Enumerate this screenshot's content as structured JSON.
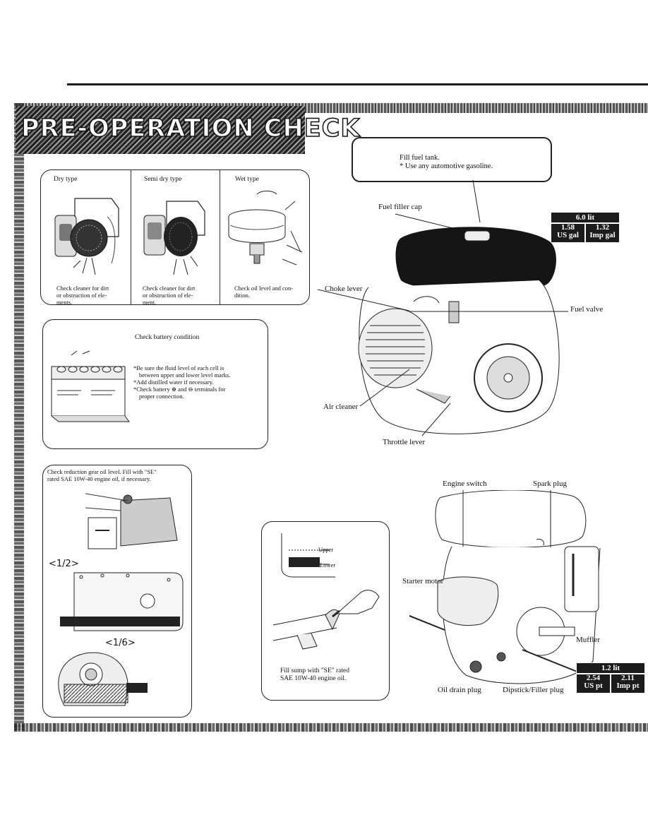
{
  "page": {
    "title": "PRE-OPERATION CHECK"
  },
  "air_cleaner": {
    "types": [
      {
        "name": "Dry type",
        "caption": [
          "Check cleaner for dirt",
          "or obstruction of ele-",
          "ments."
        ]
      },
      {
        "name": "Semi dry type",
        "caption": [
          "Check cleaner for dirt",
          "or obstruction of ele-",
          "ment."
        ]
      },
      {
        "name": "Wet type",
        "caption": [
          "Check oil level and con-",
          "dition."
        ]
      }
    ]
  },
  "battery": {
    "title": "Check battery condition",
    "bullets": [
      "*Be sure the fluid level of each cell is",
      "between upper and lower level marks.",
      "*Add distilled water if necessary.",
      "*Check battery ⊕ and ⊖ terminals for",
      "proper connection."
    ]
  },
  "reduction_gear": {
    "instruction": [
      "Check reduction gear oil level. Fill with \"SE\"",
      "rated SAE 10W-40 engine oil, if necessary."
    ],
    "ratio_1": "<1/2>",
    "ratio_2": "<1/6>"
  },
  "oil_sump": {
    "upper_label": "Upper",
    "lower_label": "Lower",
    "instruction": [
      "Fill sump with \"SE\" rated",
      "SAE 10W-40 engine oil."
    ]
  },
  "fuel": {
    "instruction": "Fill fuel tank.",
    "note": "*   Use any automotive gasoline.",
    "capacity_lit": "6.0 lit",
    "capacity_us": [
      "1.58",
      "US gal"
    ],
    "capacity_imp": [
      "1.32",
      "Imp gal"
    ]
  },
  "engine_top_labels": {
    "fuel_filler_cap": "Fuel filler cap",
    "choke_lever": "Choke lever",
    "fuel_valve": "Fuel valve",
    "air_cleaner": "Air cleaner",
    "throttle_lever": "Throttle lever"
  },
  "engine_bottom_labels": {
    "engine_switch": "Engine switch",
    "spark_plug": "Spark plug",
    "starter_motor": "Starter motor",
    "muffler": "Muffler",
    "oil_drain_plug": "Oil drain plug",
    "dipstick": "Dipstick/Filler plug"
  },
  "oil_capacity": {
    "lit": "1.2 lit",
    "us": [
      "2.54",
      "US pt"
    ],
    "imp": [
      "2.11",
      "Imp pt"
    ]
  }
}
